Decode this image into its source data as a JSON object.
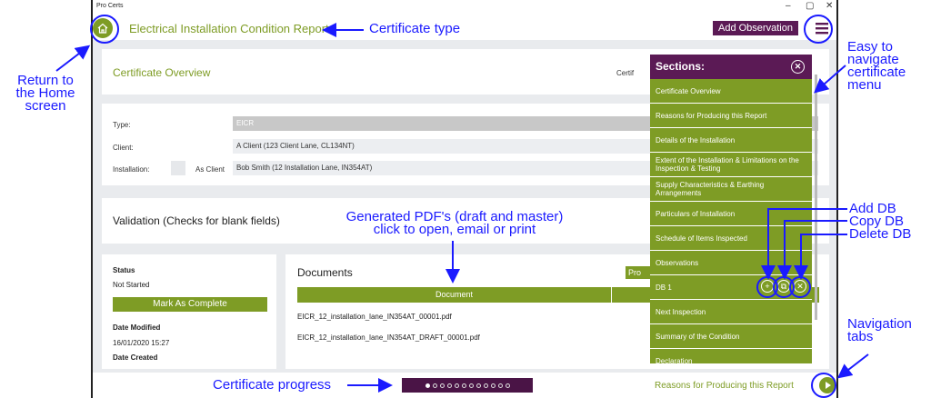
{
  "app": {
    "name": "Pro Certs",
    "window_controls": [
      "–",
      "▢",
      "✕"
    ]
  },
  "header": {
    "certificate_title": "Electrical Installation Condition Report",
    "add_observation": "Add Observation"
  },
  "overview": {
    "title": "Certificate Overview",
    "cert_prefix": "Certif"
  },
  "details": {
    "type_label": "Type:",
    "type_value": "EICR",
    "client_label": "Client:",
    "client_value": "A Client (123 Client Lane, CL134NT)",
    "installation_label": "Installation:",
    "as_client_label": "As Client",
    "installation_value": "Bob Smith (12 Installation Lane, IN354AT)"
  },
  "validation": {
    "title": "Validation (Checks for blank fields)"
  },
  "status": {
    "status_label": "Status",
    "status_value": "Not Started",
    "mark_complete": "Mark As Complete",
    "date_modified_label": "Date Modified",
    "date_modified_value": "16/01/2020 15:27",
    "date_created_label": "Date Created"
  },
  "documents": {
    "title": "Documents",
    "pro_label": "Pro",
    "column_header": "Document",
    "files": [
      "EICR_12_installation_lane_IN354AT_00001.pdf",
      "EICR_12_installation_lane_IN354AT_DRAFT_00001.pdf"
    ]
  },
  "bottom": {
    "progress": {
      "current": 1,
      "total": 12
    },
    "next_label": "Reasons for Producing this Report"
  },
  "sections": {
    "title": "Sections:",
    "items": [
      "Certificate Overview",
      "Reasons for Producing this Report",
      "Details of the Installation",
      "Extent of the Installation & Limitations on the Inspection & Testing",
      "Supply Characteristics & Earthing Arrangements",
      "Particulars of Installation",
      "Schedule of Items Inspected",
      "Observations",
      "DB 1",
      "Next Inspection",
      "Summary of the Condition",
      "Declaration"
    ]
  },
  "annotations": {
    "return_home": "Return to\nthe Home\nscreen",
    "certificate_type": "Certificate type",
    "easy_nav": "Easy to\nnavigate\ncertificate\nmenu",
    "generated_pdfs": "Generated PDF's (draft and master)\nclick to open, email or print",
    "add_db": "Add DB",
    "copy_db": "Copy DB",
    "delete_db": "Delete DB",
    "navigation_tabs": "Navigation\ntabs",
    "certificate_progress": "Certificate progress"
  },
  "colors": {
    "green": "#7e9c25",
    "purple": "#5b1a55",
    "annotation_blue": "#1a1aff"
  }
}
